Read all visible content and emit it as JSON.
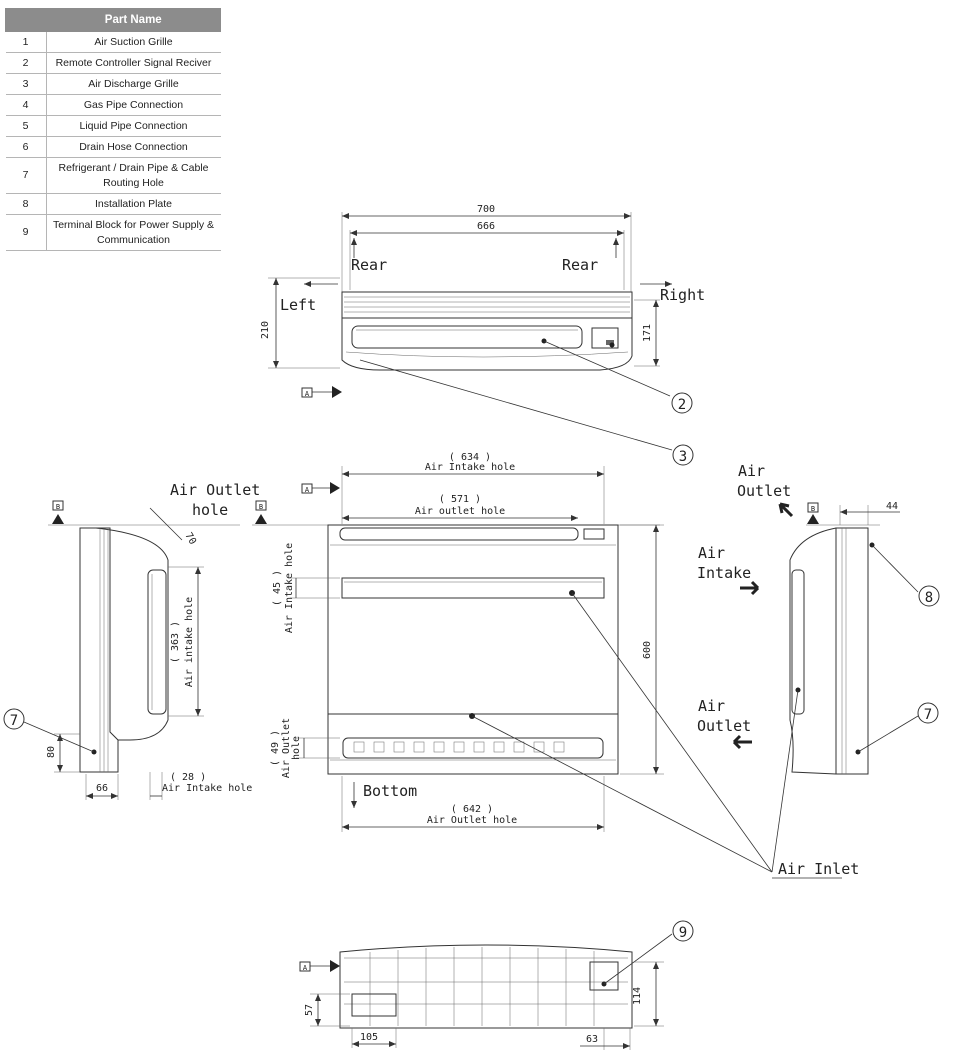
{
  "table": {
    "header_num": "",
    "header_name": "Part Name",
    "rows": [
      {
        "num": "1",
        "name": "Air Suction Grille"
      },
      {
        "num": "2",
        "name": "Remote Controller Signal Reciver"
      },
      {
        "num": "3",
        "name": "Air Discharge Grille"
      },
      {
        "num": "4",
        "name": "Gas Pipe Connection"
      },
      {
        "num": "5",
        "name": "Liquid Pipe Connection"
      },
      {
        "num": "6",
        "name": "Drain Hose Connection"
      },
      {
        "num": "7",
        "name": "Refrigerant / Drain Pipe & Cable Routing Hole"
      },
      {
        "num": "8",
        "name": "Installation Plate"
      },
      {
        "num": "9",
        "name": "Terminal Block for Power Supply & Communication"
      }
    ]
  },
  "top_view": {
    "dim_700": "700",
    "dim_666": "666",
    "dim_210": "210",
    "dim_171": "171",
    "rear_left": "Rear",
    "rear_right": "Rear",
    "left": "Left",
    "right": "Right",
    "ref_a": "A",
    "callout_2": "2",
    "callout_3": "3"
  },
  "front_view": {
    "intake_dim": "( 634 )",
    "intake_label": "Air Intake hole",
    "outlet_dim": "( 571 )",
    "outlet_label": "Air outlet hole",
    "dim_45": "( 45 )",
    "dim_45_label": "Air Intake hole",
    "dim_49": "( 49 )",
    "dim_49_label1": "Air Outlet",
    "dim_49_label2": "hole",
    "dim_600": "600",
    "bottom": "Bottom",
    "dim_642": "( 642 )",
    "dim_642_label": "Air Outlet hole",
    "ref_a": "A",
    "ref_b": "B"
  },
  "left_side": {
    "outlet_line1": "Air Outlet",
    "outlet_line2": "hole",
    "dim_70": "70",
    "dim_363": "( 363 )",
    "dim_363_label": "Air intake hole",
    "dim_80": "80",
    "dim_66": "66",
    "dim_28": "( 28 )",
    "dim_28_label": "Air Intake hole",
    "ref_b": "B",
    "callout_7": "7"
  },
  "right_side": {
    "outlet_top1": "Air",
    "outlet_top2": "Outlet",
    "intake1": "Air",
    "intake2": "Intake",
    "outlet_bot1": "Air",
    "outlet_bot2": "Outlet",
    "dim_44": "44",
    "ref_b": "B",
    "callout_8": "8",
    "callout_7": "7",
    "air_inlet": "Air Inlet"
  },
  "bottom_view": {
    "dim_57": "57",
    "dim_105": "105",
    "dim_63": "63",
    "dim_114": "114",
    "ref_a": "A",
    "callout_9": "9"
  }
}
